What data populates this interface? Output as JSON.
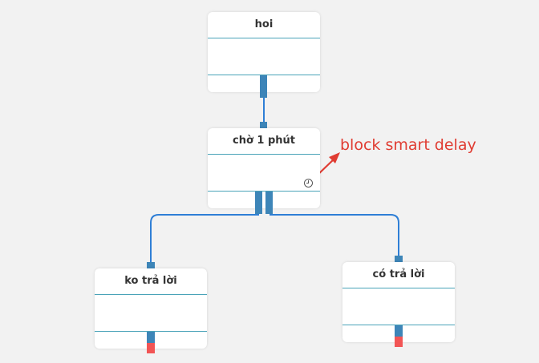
{
  "nodes": {
    "hoi": {
      "title": "hoi"
    },
    "cho": {
      "title": "chờ 1 phút"
    },
    "ko": {
      "title": "ko trả lời"
    },
    "co": {
      "title": "có trả lời"
    }
  },
  "annotation": {
    "text": "block smart delay",
    "color": "#e03c32"
  },
  "colors": {
    "port": "#3d85b8",
    "connector": "#2f7fd6",
    "end_port": "#f25555",
    "divider": "#4aa3b8"
  },
  "icons": {
    "delay": "clock-icon"
  }
}
